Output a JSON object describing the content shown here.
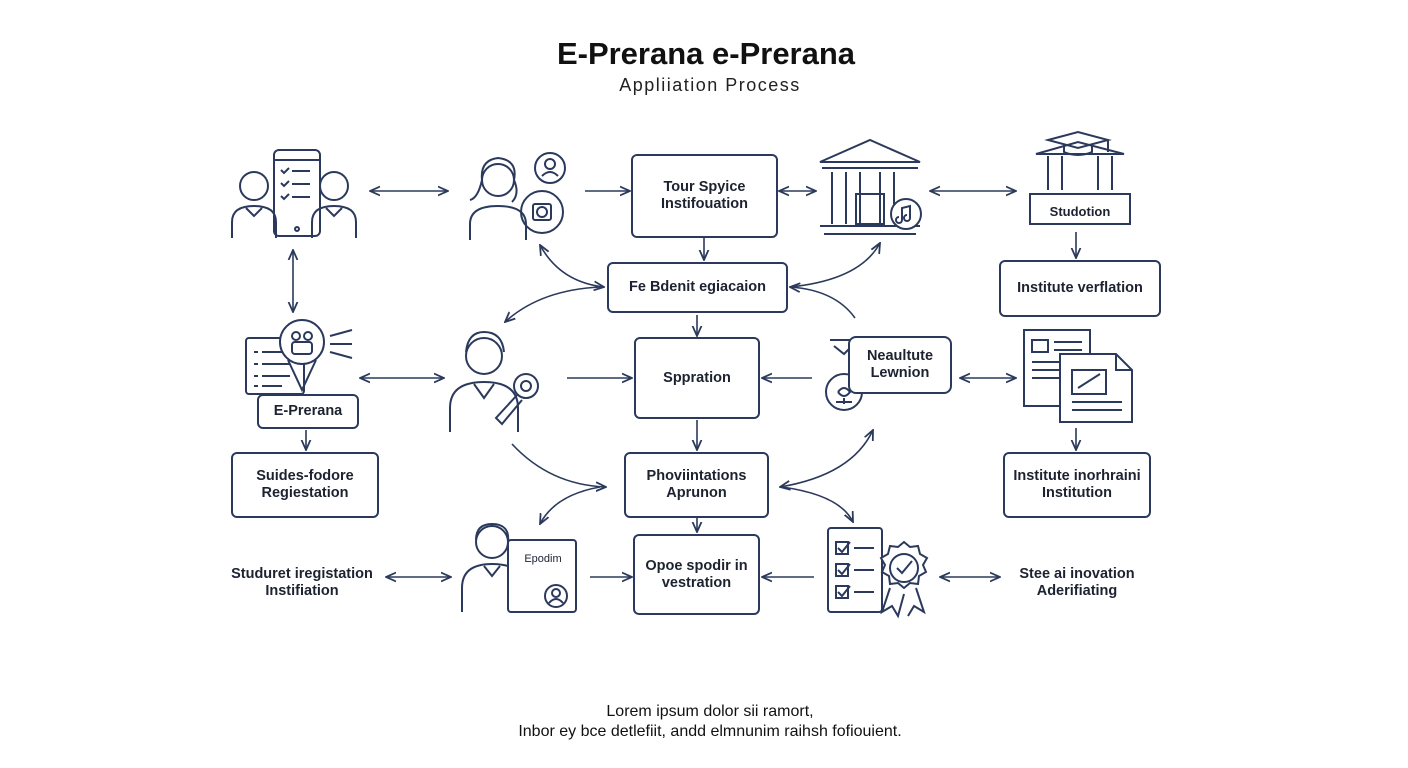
{
  "header": {
    "title": "E-Prerana e-Prerana",
    "subtitle": "Appliiation Process"
  },
  "nodes": {
    "tour_spyice": "Tour  Spyice\nInstifouation",
    "fe_bdenit": "Fe Bdenit egiacaion",
    "sppration": "Sppration",
    "phoviintations": "Phoviintations\nAprunon",
    "opoe_spodir": "Opoe spodir in\nvestration",
    "institute_verflation": "Institute verflation",
    "institute_inorhrairi": "Institute inorhraini\nInstitution",
    "suides_fodore": "Suides-fodore\nRegiestation",
    "e_prerana_box": "E-Prerana",
    "neaultute": "Neaultute\nLewnion"
  },
  "labels": {
    "studuret_registation": "Studuret iregistation\nInstifiation",
    "stee_ai_inovation": "Stee ai inovation\nAderifiating",
    "studotion": "Studotion",
    "epodim": "Epodim"
  },
  "footer": {
    "line1": "Lorem ipsum dolor sii ramort,",
    "line2": "Inbor ey bce detlefiit, andd elmnunim raihsh fofiouient."
  },
  "colors": {
    "stroke": "#2b3a5c",
    "text": "#1c2230",
    "background": "#ffffff"
  }
}
